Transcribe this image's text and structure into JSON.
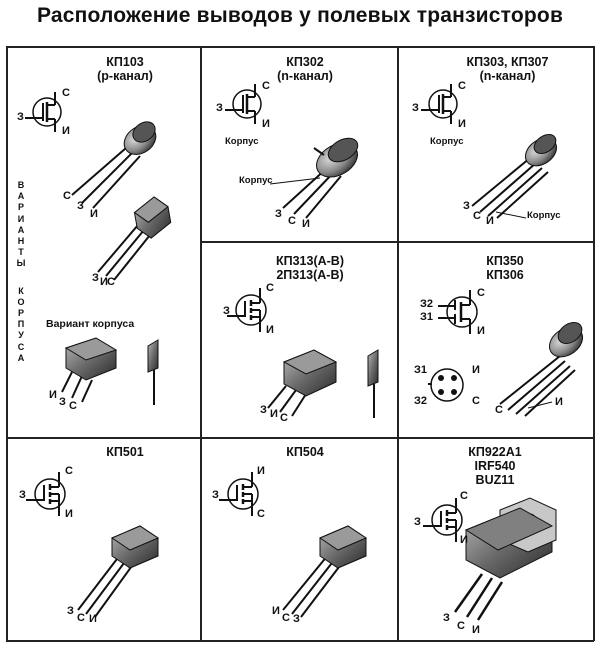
{
  "title": "Расположение выводов у полевых транзисторов",
  "cells": {
    "kp103": {
      "name": "КП103",
      "sub": "(р-канал)"
    },
    "kp302": {
      "name": "КП302",
      "sub": "(n-канал)"
    },
    "kp303": {
      "name": "КП303, КП307",
      "sub": "(n-канал)"
    },
    "kp313": {
      "name": "КП313(А-В)",
      "sub": "2П313(А-В)"
    },
    "kp350": {
      "name": "КП350",
      "sub": "КП306"
    },
    "kp501": {
      "name": "КП501"
    },
    "kp504": {
      "name": "КП504"
    },
    "kp922": {
      "name": "КП922А1",
      "sub": "IRF540",
      "sub2": "BUZ11"
    }
  },
  "labels": {
    "gate": "З",
    "drain": "С",
    "source": "И",
    "gate1": "З1",
    "gate2": "З2",
    "case": "Корпус",
    "case_variant": "Вариант корпуса",
    "case_variants_vertical": "ВАРИАНТЫ КОРПУСА"
  }
}
